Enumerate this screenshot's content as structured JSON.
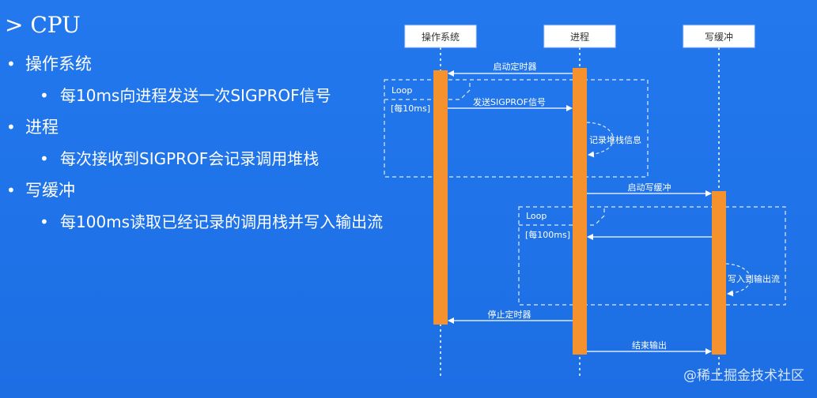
{
  "slide": {
    "title": "> CPU",
    "bullets": [
      {
        "label": "操作系统",
        "sub": "每10ms向进程发送一次SIGPROF信号"
      },
      {
        "label": "进程",
        "sub": "每次接收到SIGPROF会记录调用堆栈"
      },
      {
        "label": "写缓冲",
        "sub": "每100ms读取已经记录的调用栈并写入输出流"
      }
    ],
    "bullet_glyph": "•"
  },
  "diagram": {
    "participants": [
      "操作系统",
      "进程",
      "写缓冲"
    ],
    "loops": [
      {
        "label": "Loop",
        "guard": "[每10ms]"
      },
      {
        "label": "Loop",
        "guard": "[每100ms]"
      }
    ],
    "messages": {
      "start_timer": "启动定时器",
      "send_signal": "发送SIGPROF信号",
      "record_stack": "记录堆栈信息",
      "start_buffer": "启动写缓冲",
      "write_output": "写入到输出流",
      "stop_timer": "停止定时器",
      "end_output": "结束输出"
    },
    "colors": {
      "activation": "#f5922d",
      "line": "#ffffff",
      "dashed": "#dfe9f8",
      "background": "#1f73e8"
    }
  },
  "watermark": "@稀土掘金技术社区"
}
